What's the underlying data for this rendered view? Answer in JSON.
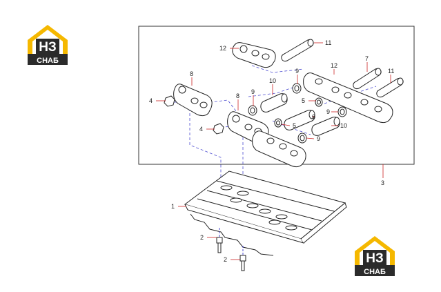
{
  "logo": {
    "top_text": "НЗ",
    "bottom_text": "СНАБ",
    "colors": {
      "yellow": "#F5B800",
      "dark": "#2B2B2B",
      "white": "#FFFFFF"
    }
  },
  "diagram": {
    "callouts": {
      "c1": "1",
      "c2a": "2",
      "c2b": "2",
      "c3": "3",
      "c4a": "4",
      "c4b": "4",
      "c5a": "5",
      "c5b": "5",
      "c6": "6",
      "c7": "7",
      "c8a": "8",
      "c8b": "8",
      "c9a": "9",
      "c9b": "9",
      "c9c": "9",
      "c9d": "9",
      "c10a": "10",
      "c10b": "10",
      "c11a": "11",
      "c11b": "11",
      "c12a": "12",
      "c12b": "12"
    },
    "colors": {
      "leader": "#cc2222",
      "dash": "#4a4ad0",
      "line": "#222222"
    }
  }
}
